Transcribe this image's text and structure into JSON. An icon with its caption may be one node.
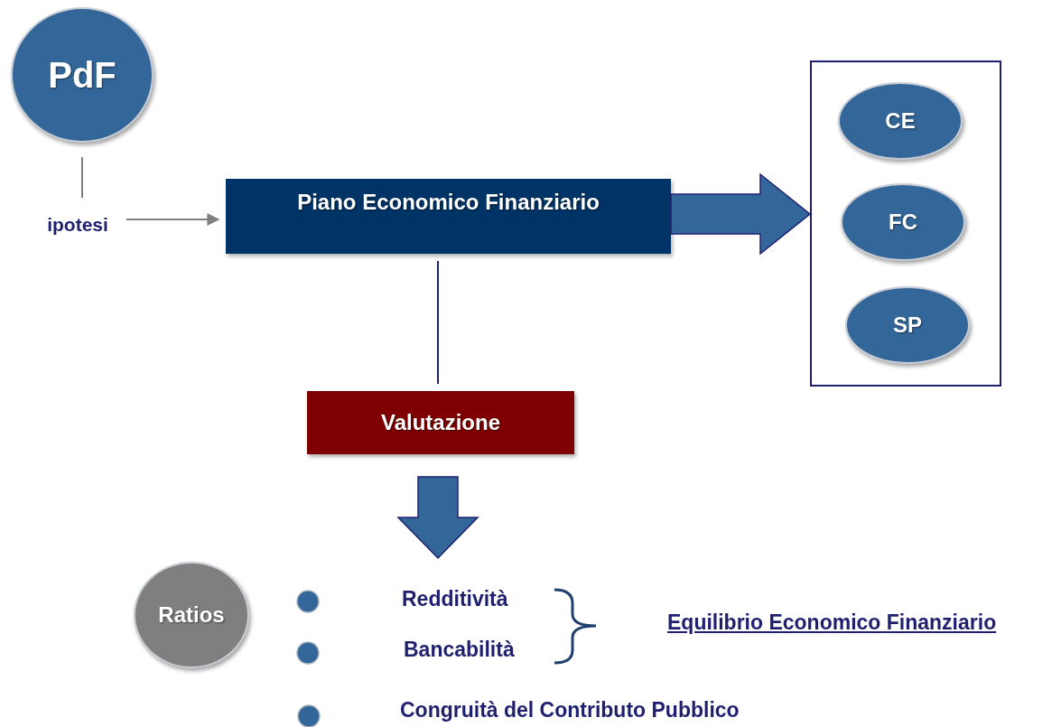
{
  "diagram": {
    "nodes": [
      {
        "text": [
          "PdF"
        ]
      },
      {
        "text": [
          "ipotesi"
        ]
      },
      {
        "text": [
          "Piano Economico Finanziario"
        ]
      },
      {
        "text": [],
        "shape": "box"
      },
      {
        "text": [
          "CE"
        ],
        "in": 3
      },
      {
        "text": [
          "FC"
        ],
        "in": 3
      },
      {
        "text": [
          "SP"
        ],
        "in": 3
      },
      {
        "text": [
          "Valutazione"
        ]
      },
      {
        "text": [
          "Ratios"
        ]
      }
    ],
    "edges": [
      {
        "from": 0,
        "to": 1,
        "arrow": "none",
        "color": "#7f7f7f"
      },
      {
        "from": 1,
        "to": 2,
        "arrow": "to",
        "color": "#7f7f7f"
      },
      {
        "from": 2,
        "to": 3,
        "arrow": "to",
        "style": "thick"
      },
      {
        "from": 2,
        "to": 7,
        "arrow": "none",
        "color": "#1f1f70"
      },
      {
        "from": 7,
        "to": null,
        "arrow": "to",
        "style": "thick"
      }
    ],
    "labels": [
      "Redditività",
      "Equilibrio Economico Finanziario",
      "Bancabilità",
      "Congruità del Contributo Pubblico"
    ]
  }
}
